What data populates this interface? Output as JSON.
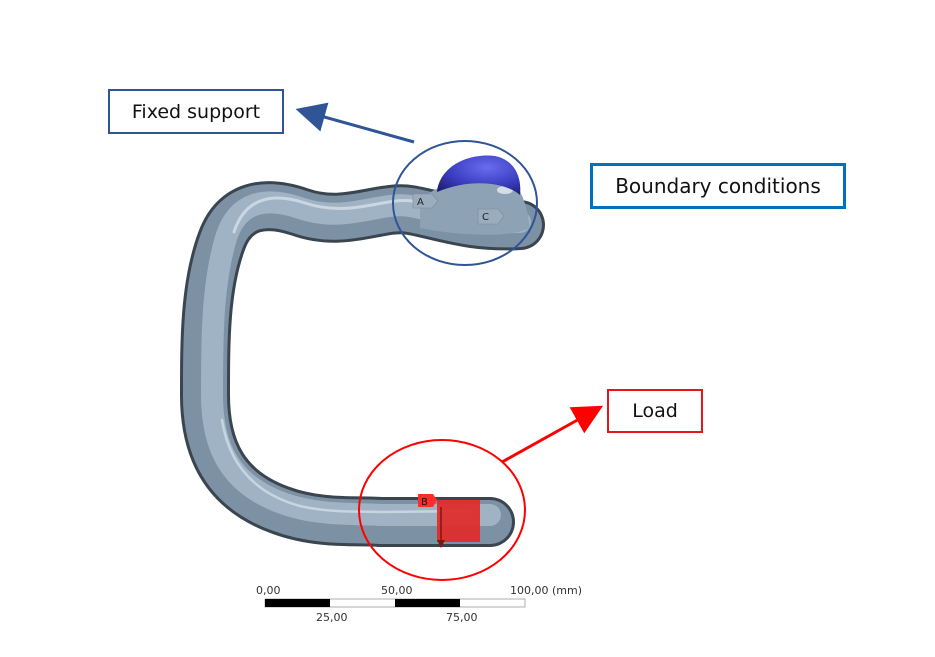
{
  "diagram": {
    "subject": "handlebar",
    "callouts": {
      "fixed_support": "Fixed support",
      "boundary_conditions": "Boundary conditions",
      "load": "Load"
    },
    "markers": {
      "a": "A",
      "b": "B",
      "c": "C"
    },
    "scale_bar": {
      "top_labels": [
        "0,00",
        "50,00",
        "100,00 (mm)"
      ],
      "bottom_labels": [
        "25,00",
        "75,00"
      ]
    },
    "colors": {
      "tube": "#8fa3b6",
      "fixed_support": "#3b3db5",
      "load": "#e0201f",
      "fixed_callout_border": "#2f5597",
      "boundary_callout_border": "#0070c0",
      "load_callout_border": "#e8141b"
    }
  }
}
